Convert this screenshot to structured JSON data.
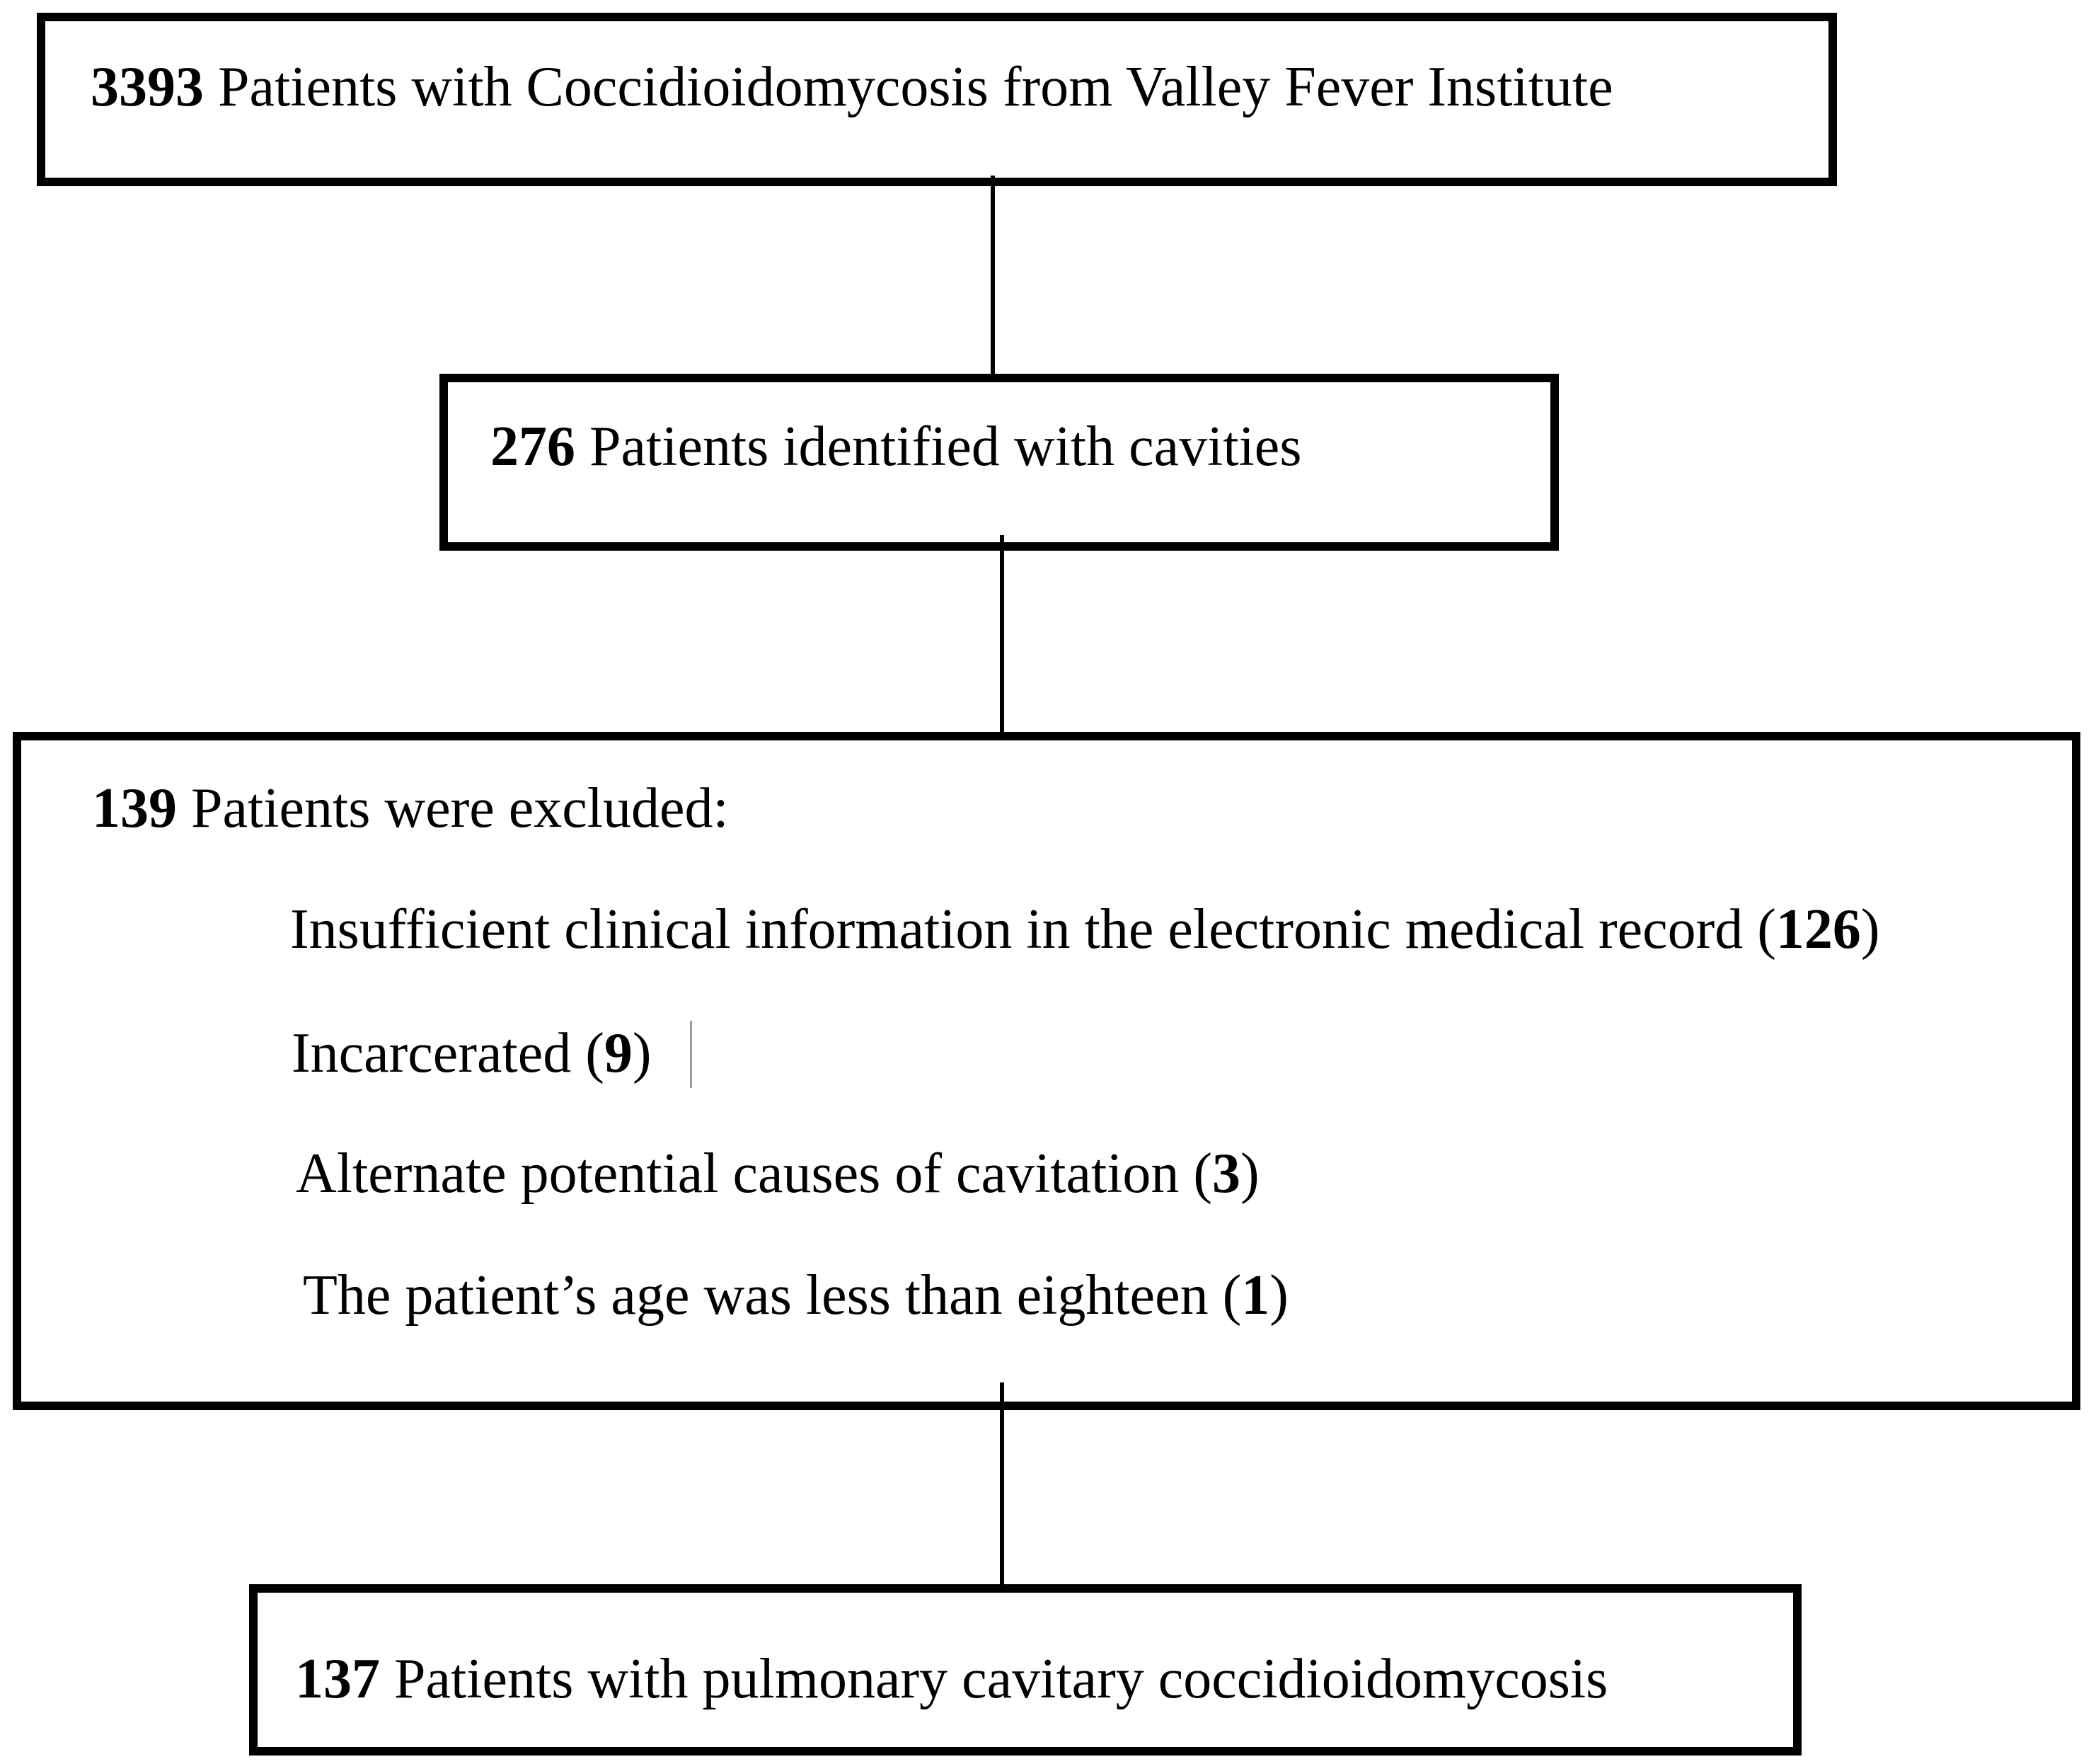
{
  "flow": {
    "total": {
      "num": "3393",
      "text": " Patients with Coccidioidomycosis from Valley Fever Institute"
    },
    "cavities": {
      "num": "276",
      "text": " Patients identified with cavities"
    },
    "excluded": {
      "num": "139",
      "text": " Patients were excluded:",
      "reasons": [
        {
          "pre": "Insufficient clinical information in the electronic medical record (",
          "num": "126",
          "post": ")"
        },
        {
          "pre": "Incarcerated (",
          "num": "9",
          "post": ")"
        },
        {
          "pre": "Alternate potential causes of cavitation (",
          "num": "3",
          "post": ")"
        },
        {
          "pre": "The patient’s age was less than eighteen (",
          "num": "1",
          "post": ")"
        }
      ]
    },
    "final": {
      "num": "137",
      "text": " Patients with pulmonary cavitary coccidioidomycosis"
    }
  },
  "colors": {
    "ink": "#000000",
    "background": "#ffffff",
    "text_cursor": "#9b9b9b"
  }
}
